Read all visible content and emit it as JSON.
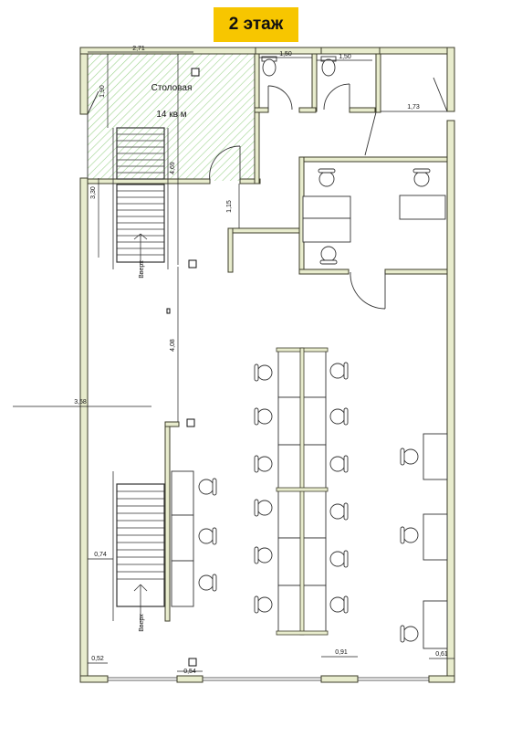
{
  "floor_title": "2 этаж",
  "room": {
    "name": "Столовая",
    "area": "14 кв м"
  },
  "stairs": {
    "up_label": "Вверх"
  },
  "dimensions": {
    "dining_width": "2,71",
    "dining_depth": "1,90",
    "dining_span": "4,69",
    "stair_depth": "3,30",
    "wc1_width": "1,50",
    "wc2_width": "1,50",
    "corner_room": "1,73",
    "corridor": "1,15",
    "hall_span": "4,08",
    "wall_offset": "3,58",
    "stair_gap": "0,74",
    "window_a": "0,91",
    "left_corner": "0,52",
    "window_b": "0,54",
    "right_corner": "0,61"
  },
  "colors": {
    "badge": "#f7c600",
    "wall_fill": "#e8eccd",
    "wall_stroke": "#3c3c2a",
    "hatch": "#9fd48f"
  }
}
